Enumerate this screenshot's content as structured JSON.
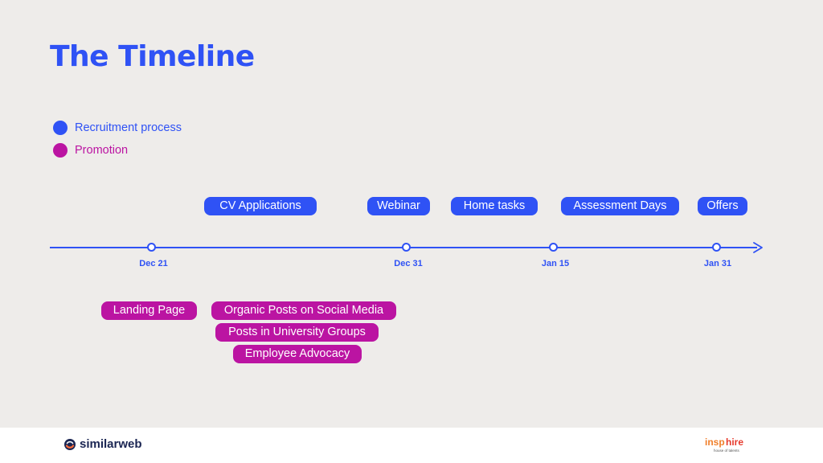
{
  "title": "The Timeline",
  "colors": {
    "recruitment": "#2f52f5",
    "promotion": "#bb14a2",
    "background": "#eeecea"
  },
  "legend": [
    {
      "label": "Recruitment process",
      "color": "#2f52f5"
    },
    {
      "label": "Promotion",
      "color": "#bb14a2"
    }
  ],
  "recruitment_events": [
    {
      "label": "CV Applications"
    },
    {
      "label": "Webinar"
    },
    {
      "label": "Home tasks"
    },
    {
      "label": "Assessment Days"
    },
    {
      "label": "Offers"
    }
  ],
  "promotion_events": [
    {
      "label": "Landing Page"
    },
    {
      "label": "Organic Posts on Social Media"
    },
    {
      "label": "Posts in University Groups"
    },
    {
      "label": "Employee Advocacy"
    }
  ],
  "dates": [
    "Dec 21",
    "Dec 31",
    "Jan 15",
    "Jan 31"
  ],
  "footer": {
    "left_logo": {
      "text": "similarweb",
      "icon": "similarweb-logo-icon"
    },
    "right_logo": {
      "text": "insphire",
      "tagline": "house of talents"
    }
  }
}
